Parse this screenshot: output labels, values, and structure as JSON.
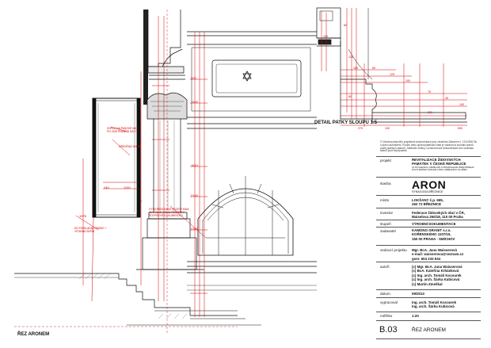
{
  "notes": {
    "pasta_label": "ZDROJ NA PASOVÉ MAT. PO ODSTRANĚNÍ NÁTI",
    "wood_label": "DŘEVĚNÁ SKŘÍŇ",
    "rails_label": "VYTVOŘENÍ NOVÉ ROZETY RAM, JE V PLNÉ VÝŠCE ŘEŠENO V ROZPISOVÉ DOKUMENTACI",
    "floor_label": "DO POSKLADNÍ TRÁMKY + VSTAVNÁ SKŘÍŇ",
    "ladder_label": "VSTAVNÁ SKŘÍŇ NA NOHÁCH PŘI PŮLOVÉM PŘECHODU",
    "dims_left": [
      "240",
      "1100",
      "1975"
    ],
    "dims_column": [
      "320",
      "1500",
      "1610",
      "2160",
      "2380"
    ],
    "dims_top": [
      "100",
      "80",
      "125"
    ],
    "dims_base": [
      "180",
      "80",
      "125",
      "100",
      "75",
      "45",
      "100",
      "60"
    ],
    "dims_base_bottom": [
      "270",
      "100",
      "200",
      "500"
    ]
  },
  "section_left_title": "ŘEZ ARONEM",
  "detail_title": "DETAIL PATKY SLOUPU 1:5",
  "titleblock": {
    "disclaimer": "© Všechna data této projektové dokumentace jsou chráněna Zákonem č. 121/2000 Sb. o právu autorském. Použití nebo úprava jakékoliv části je vázána na souhlas autorů podle platných zákonů. Jakékoliv změny, rozmnožování dokumentace bez souhlasu autorů jsou nepřípustné.",
    "rows": [
      {
        "key": "projekt",
        "lines": [
          "REVITALIZACE ŽIDOVSKÝCH",
          "PAMÁTEK V ČESKÉ REPUBLICE",
          "(A STOLENKA) VZDĚLÁNÍ A PROPAGACE ŽIDOVSKÉHO",
          "KULTURNÍHO ODKAZU PRO VEŘEJNOU SLUŽBU"
        ]
      },
      {
        "key": "stavba",
        "big": "ARON",
        "lines": [
          "SYNAGOGA BŘEZNICE"
        ]
      },
      {
        "key": "místo",
        "lines": [
          "LOKŠANY č.p. 665,",
          "262 72 BŘEZNICE"
        ]
      },
      {
        "key": "investor",
        "lines": [
          "Federace židovských obcí v ČR,",
          "Maiselova 250/18, 110 00 Praha"
        ]
      },
      {
        "key": "stupeň",
        "lines": [
          "VÝROBNÍ DOKUMENTACE"
        ]
      },
      {
        "key": "zadavatel",
        "lines": [
          "KAMONO GRANIT s.r.o.",
          "KOŘENSKÉHO 1107/15,",
          "150 00 PRAHA - SMÍCHOV"
        ]
      },
      {
        "key": "vedoucí projektu",
        "lines": [
          "Mgr. BcA. Jana Waisserová",
          "e-mail: waisserova@seznam.cz",
          "gsm: 604 233 934"
        ]
      },
      {
        "key": "autoři",
        "lines": [
          "(c) Mgr. BcA. Jana Waisserová",
          "(c) BcA. Kateřina Krhánková",
          "(c) Ing. arch. Tomáš Kocourek",
          "(c) Ing. arch. Šárka Kubicová",
          "(c) Martin Zmeškal"
        ]
      },
      {
        "key": "datum",
        "lines": [
          "09/2013"
        ]
      },
      {
        "key": "vypracoval",
        "lines": [
          "Ing. arch. Tomáš Kocourek",
          "Ing. arch. Šárka Kubicová"
        ]
      },
      {
        "key": "měřítko",
        "lines": [
          "1:20"
        ]
      }
    ],
    "sheet_no": "B.03",
    "sheet_title": "ŘEZ ARONEM"
  },
  "colors": {
    "red": "#d40000",
    "line": "#111111",
    "grey": "#888888"
  }
}
